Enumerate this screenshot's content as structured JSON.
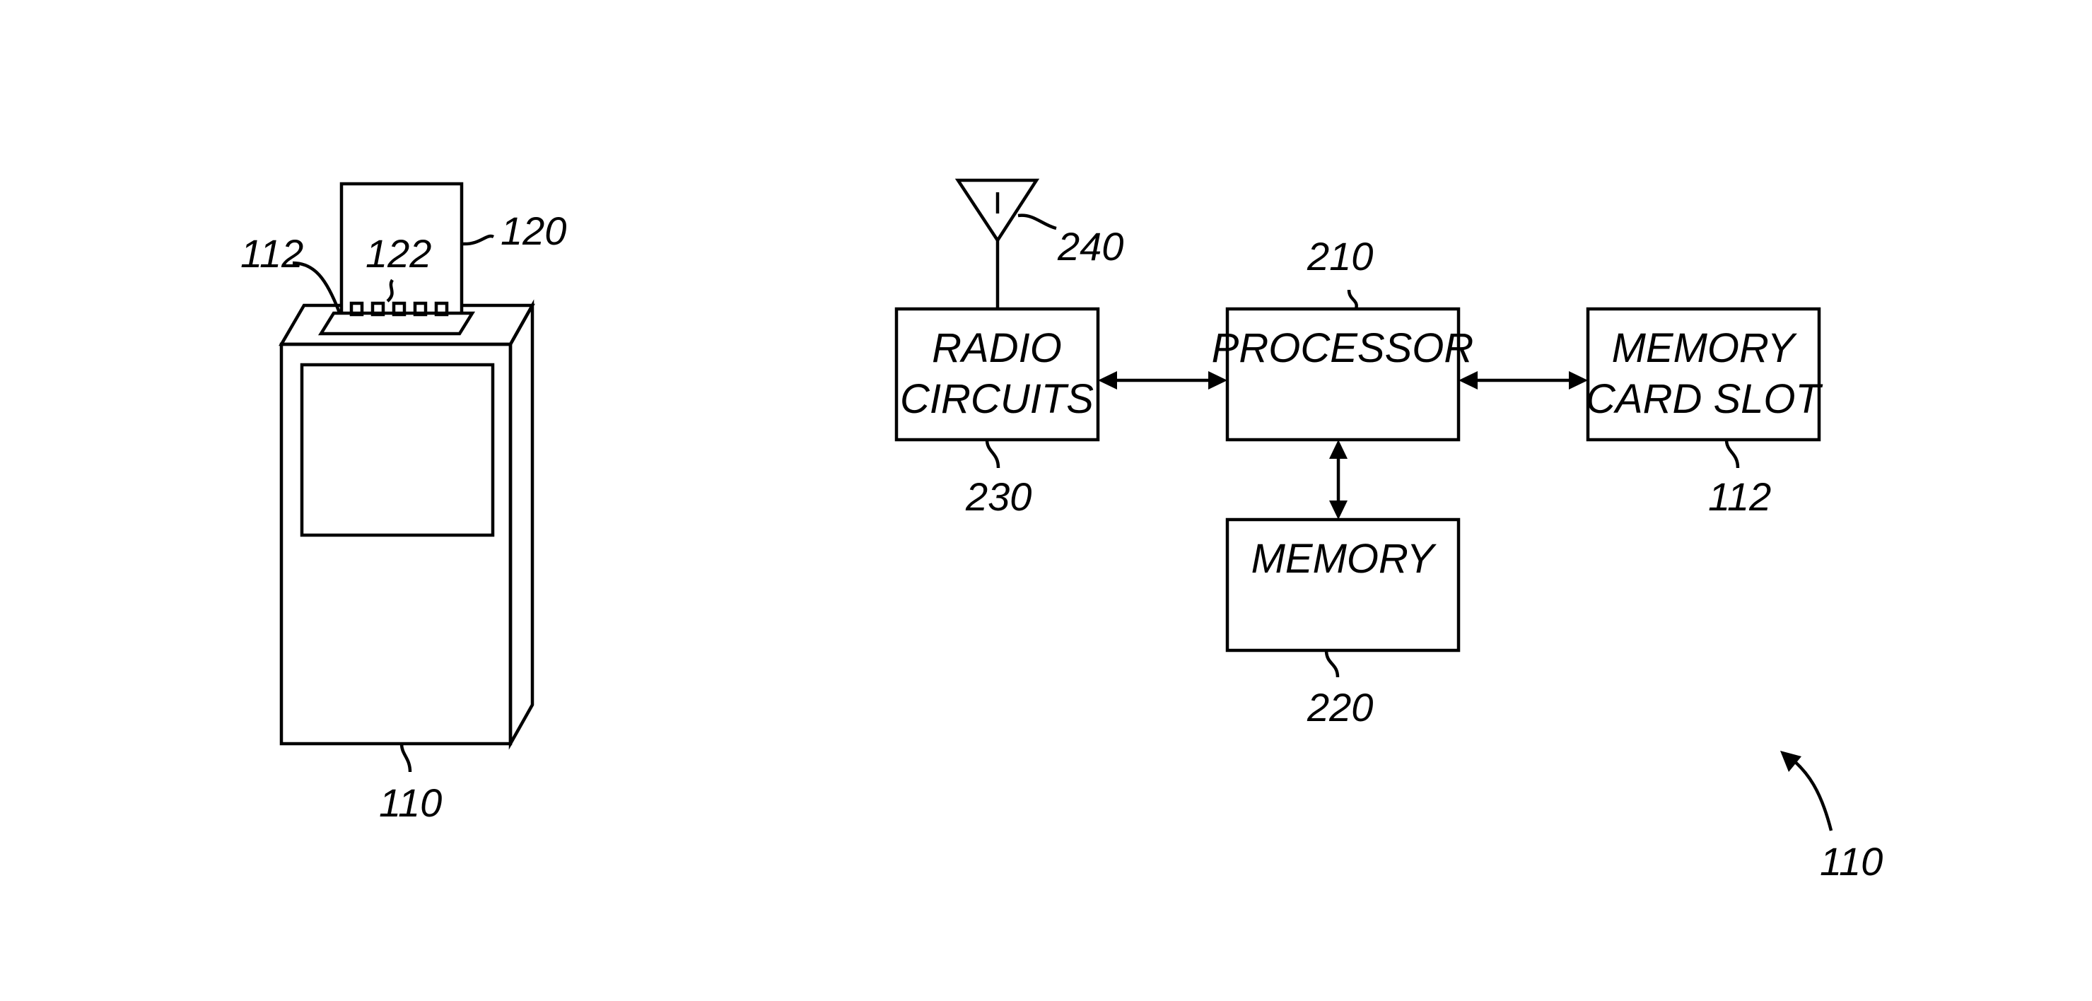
{
  "device_figure": {
    "device_ref": "110",
    "slot_ref": "112",
    "card_ref": "120",
    "contacts_ref": "122"
  },
  "block_diagram": {
    "antenna_ref": "240",
    "radio": {
      "line1": "RADIO",
      "line2": "CIRCUITS",
      "ref": "230"
    },
    "processor": {
      "label": "PROCESSOR",
      "ref": "210"
    },
    "memory_card_slot": {
      "line1": "MEMORY",
      "line2": "CARD SLOT",
      "ref": "112"
    },
    "memory": {
      "label": "MEMORY",
      "ref": "220"
    },
    "system_ref": "110"
  }
}
